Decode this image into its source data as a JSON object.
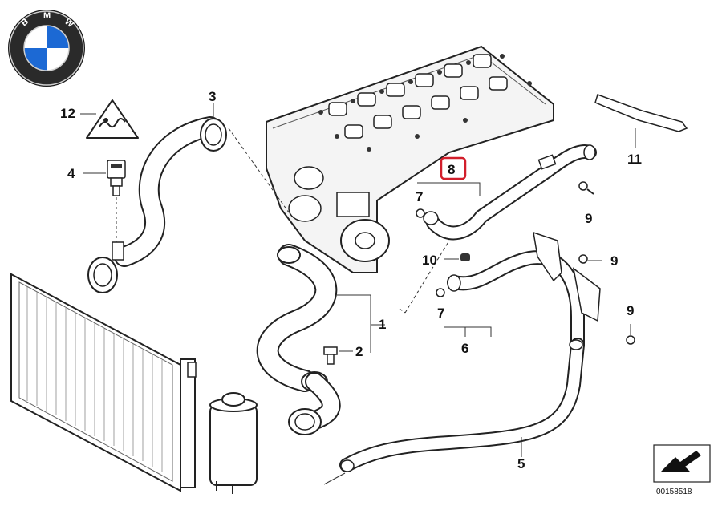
{
  "logo": {
    "letters": [
      "B",
      "M",
      "W"
    ],
    "ring_color": "#111111",
    "blue": "#1c69d4"
  },
  "callouts": {
    "p1": "1",
    "p2": "2",
    "p3": "3",
    "p4": "4",
    "p5": "5",
    "p6": "6",
    "p7a": "7",
    "p7b": "7",
    "p8": "8",
    "p9a": "9",
    "p9b": "9",
    "p9c": "9",
    "p10": "10",
    "p11": "11",
    "p12": "12"
  },
  "highlight_color": "#d21e2b",
  "footer": {
    "ref_number": "00158518"
  }
}
